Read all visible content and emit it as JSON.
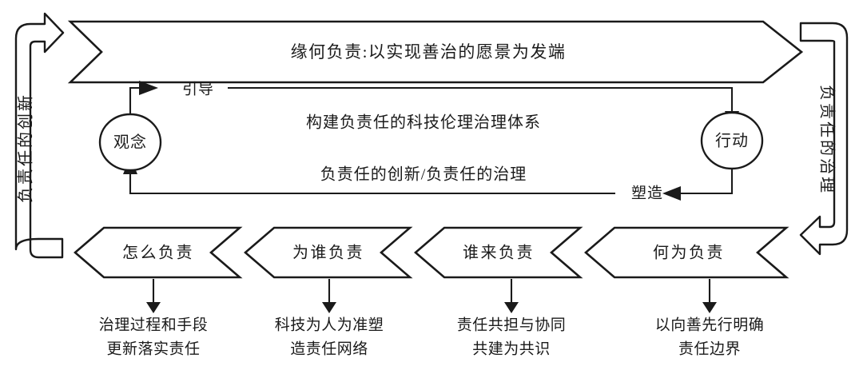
{
  "diagram": {
    "type": "flow-cycle-diagram",
    "language": "zh-CN",
    "colors": {
      "stroke": "#1a1a1a",
      "fill": "#ffffff",
      "background": "#ffffff"
    },
    "top_banner": {
      "label": "缘何负责:以实现善治的愿景为发端",
      "shape": "right-pointing-arrow-banner"
    },
    "left_rail": {
      "label": "负责任的创新",
      "shape": "bent-arrow-up-right",
      "orientation": "vertical-bottom-to-top"
    },
    "right_rail": {
      "label": "负责任的治理",
      "shape": "bent-arrow-down-left",
      "orientation": "vertical-top-to-bottom"
    },
    "core": {
      "center_lines": [
        "构建负责任的科技伦理治理体系",
        "负责任的创新/负责任的治理"
      ],
      "nodes": [
        {
          "id": "idea",
          "label": "观念",
          "shape": "ellipse",
          "side": "left"
        },
        {
          "id": "action",
          "label": "行动",
          "shape": "ellipse",
          "side": "right"
        }
      ],
      "edges": [
        {
          "id": "guide",
          "label": "引导",
          "from": "观念",
          "to": "行动",
          "path": "top"
        },
        {
          "id": "shape",
          "label": "塑造",
          "from": "行动",
          "to": "观念",
          "path": "bottom"
        }
      ]
    },
    "chevrons": [
      {
        "label": "怎么负责",
        "caption": [
          "治理过程和手段",
          "更新落实责任"
        ]
      },
      {
        "label": "为谁负责",
        "caption": [
          "科技为人为准塑",
          "造责任网络"
        ]
      },
      {
        "label": "谁来负责",
        "caption": [
          "责任共担与协同",
          "共建为共识"
        ]
      },
      {
        "label": "何为负责",
        "caption": [
          "以向善先行明确",
          "责任边界"
        ]
      }
    ]
  }
}
